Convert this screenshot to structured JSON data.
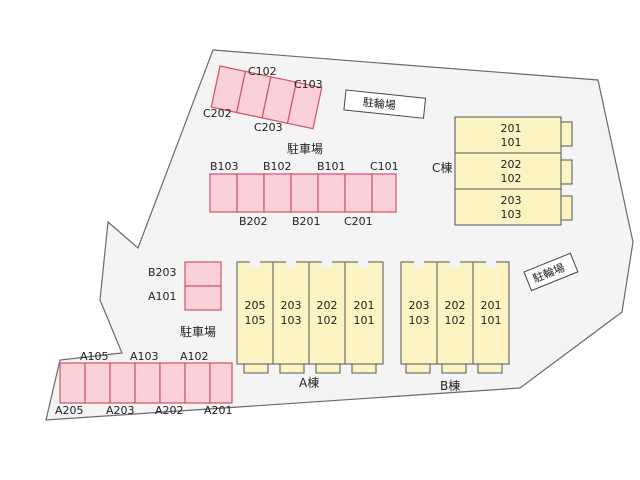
{
  "parking": {
    "label": "駐車場",
    "c_row": [
      "C102",
      "C103",
      "C202",
      "C203"
    ],
    "b_top": [
      "B103",
      "B102",
      "B101",
      "C101"
    ],
    "b_bottom": [
      "B202",
      "B201",
      "C201"
    ],
    "mid": [
      "B203",
      "A101"
    ],
    "a_top": [
      "A105",
      "A103",
      "A102"
    ],
    "a_bottom": [
      "A205",
      "A203",
      "A202",
      "A201"
    ]
  },
  "bike": {
    "label": "駐輪場"
  },
  "buildings": {
    "c": {
      "label": "C棟",
      "units": [
        [
          "201",
          "101"
        ],
        [
          "202",
          "102"
        ],
        [
          "203",
          "103"
        ]
      ]
    },
    "a": {
      "label": "A棟",
      "units": [
        [
          "205",
          "105"
        ],
        [
          "203",
          "103"
        ],
        [
          "202",
          "102"
        ],
        [
          "201",
          "101"
        ]
      ]
    },
    "b": {
      "label": "B棟",
      "units": [
        [
          "203",
          "103"
        ],
        [
          "202",
          "102"
        ],
        [
          "201",
          "101"
        ]
      ]
    }
  },
  "colors": {
    "parking_fill": "#fad1da",
    "parking_stroke": "#d05068",
    "unit_fill": "#fbf3c1"
  }
}
